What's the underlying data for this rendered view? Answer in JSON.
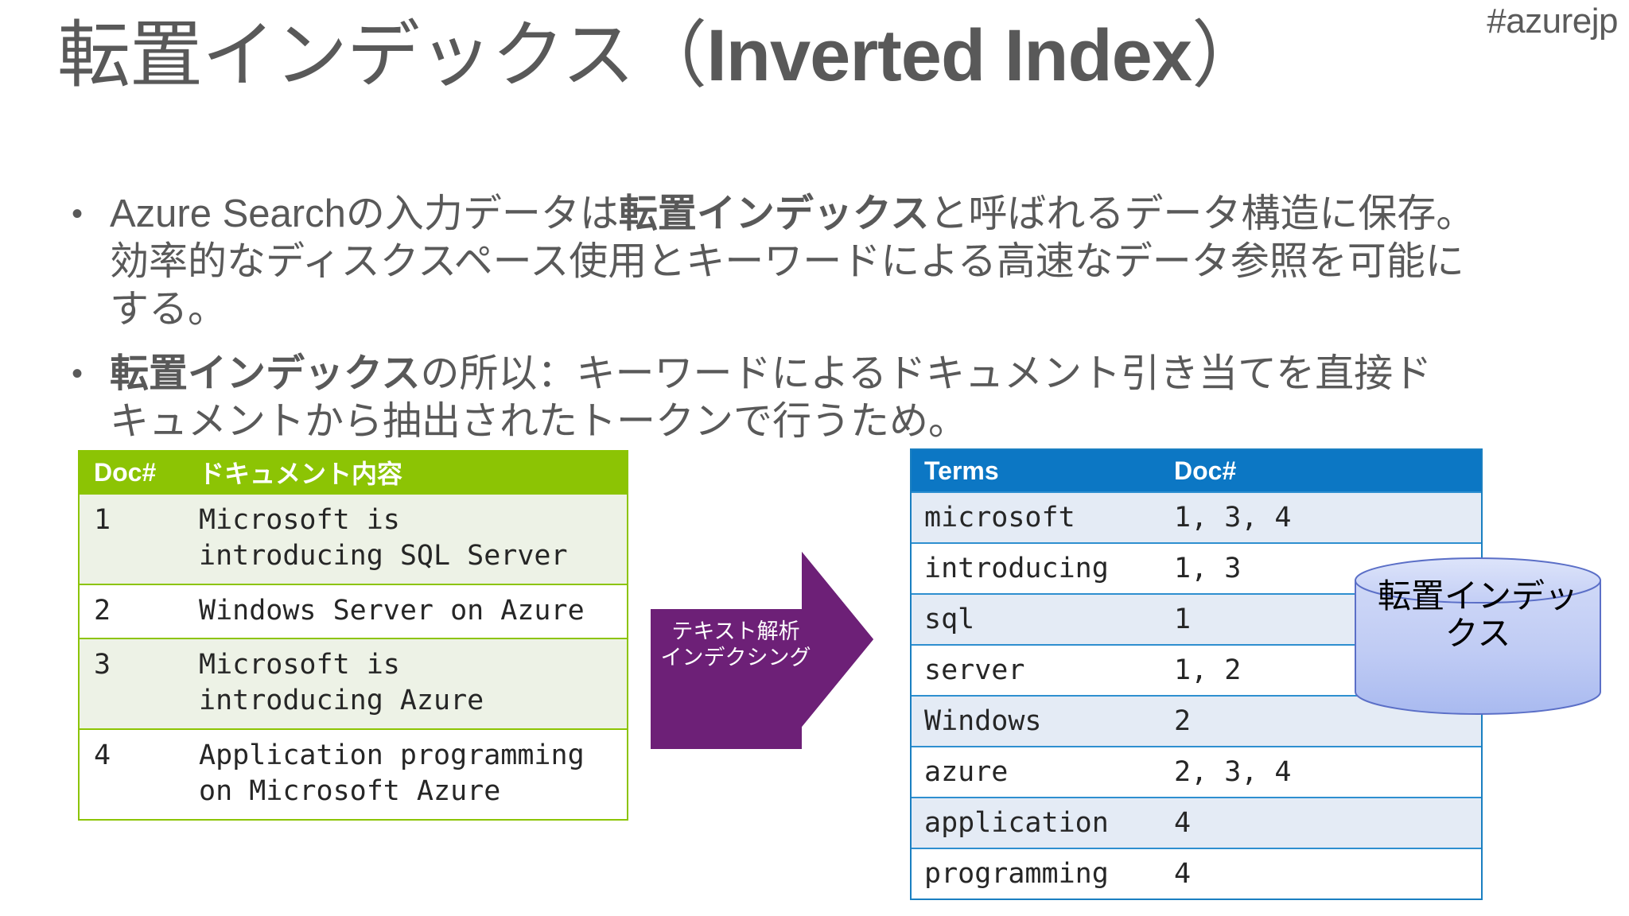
{
  "slide": {
    "hashtag": "#azurejp",
    "title_jp": "転置インデックス（",
    "title_en": "Inverted Index",
    "title_close": "）"
  },
  "bullets": [
    {
      "marker": "•",
      "line1_a": "Azure Search",
      "line1_b": "の入力データは",
      "line1_c": "転置インデックス",
      "line1_d": "と呼ばれるデータ構造に保存。",
      "line2": "効率的なディスクスペース使用とキーワードによる高速なデータ参照を可能に",
      "line3": "する。"
    },
    {
      "marker": "•",
      "line1_a": "転置インデックス",
      "line1_b": "の所以：キーワードによるドキュメント引き当てを直接ド",
      "line2": "キュメントから",
      "line3": "抽出されたトークンで行うため。"
    }
  ],
  "left_table": {
    "title": "documents-table",
    "headers": [
      "Doc#",
      "ドキュメント内容"
    ],
    "rows": [
      {
        "doc": "1",
        "content_line1": "Microsoft is",
        "content_line2": "introducing SQL Server"
      },
      {
        "doc": "2",
        "content_line1": "Windows Server on Azure",
        "content_line2": ""
      },
      {
        "doc": "3",
        "content_line1": "Microsoft is",
        "content_line2": "introducing Azure"
      },
      {
        "doc": "4",
        "content_line1": "Application programming",
        "content_line2": "on Microsoft Azure"
      }
    ]
  },
  "right_table": {
    "title": "inverted-index-table",
    "headers": [
      "Terms",
      "Doc#"
    ],
    "rows": [
      {
        "term": "microsoft",
        "docs": "1, 3, 4"
      },
      {
        "term": "introducing",
        "docs": "1, 3"
      },
      {
        "term": "sql",
        "docs": "1"
      },
      {
        "term": "server",
        "docs": "1, 2"
      },
      {
        "term": "Windows",
        "docs": "2"
      },
      {
        "term": "azure",
        "docs": "2, 3, 4"
      },
      {
        "term": "application",
        "docs": "4"
      },
      {
        "term": "programming",
        "docs": "4"
      }
    ]
  },
  "arrow": {
    "label_line1": "テキスト解析",
    "label_line2": "インデクシング"
  },
  "cylinder": {
    "label": "転置インデックス"
  },
  "colors": {
    "green_header": "#8CC404",
    "green_row_alt": "#EDF2E6",
    "blue_header": "#0C77C4",
    "blue_row_alt": "#E4EBF5",
    "purple_arrow": "#6D2077",
    "text_gray": "#595959",
    "cylinder_blue": "#B6C3F0"
  }
}
